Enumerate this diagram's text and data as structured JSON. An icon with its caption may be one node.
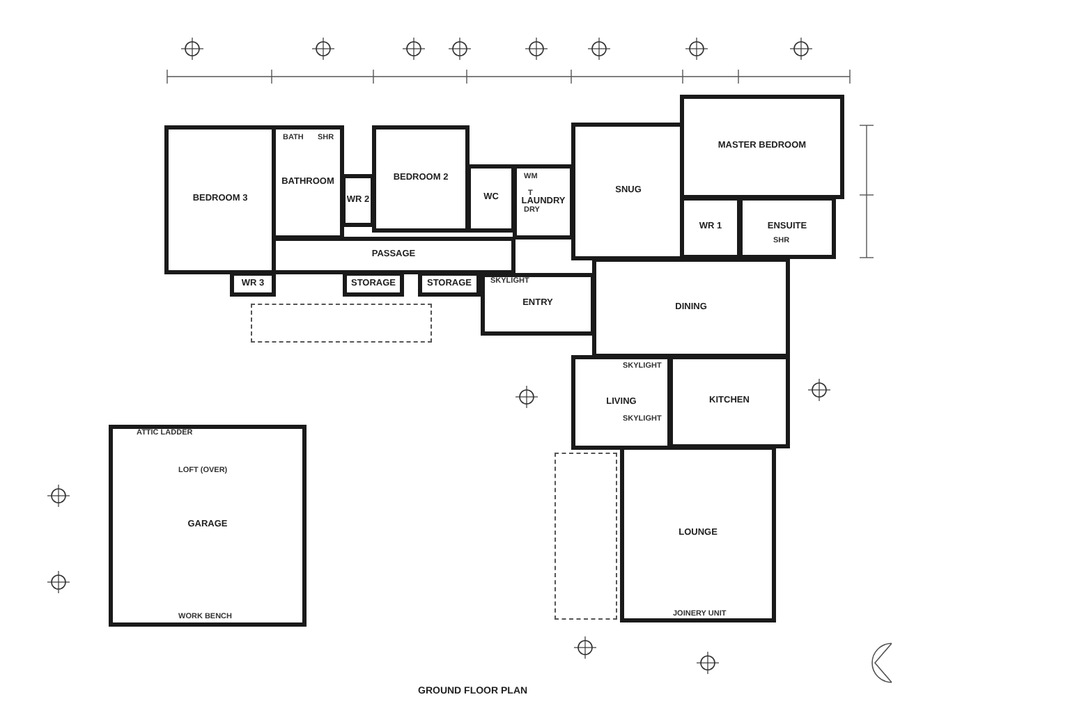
{
  "diagram": {
    "title": "GROUND FLOOR PLAN",
    "nodes": [
      {
        "text": [
          "BEDROOM 3"
        ]
      },
      {
        "text": [
          "BATHROOM"
        ]
      },
      {
        "text": [
          "WR 2"
        ]
      },
      {
        "text": [
          "BEDROOM 2"
        ]
      },
      {
        "text": [
          "WC"
        ]
      },
      {
        "text": [
          "LAUNDRY"
        ]
      },
      {
        "text": [
          "PASSAGE"
        ]
      },
      {
        "text": [
          "WR 3"
        ]
      },
      {
        "text": [
          "STORAGE"
        ]
      },
      {
        "text": [
          "STORAGE"
        ]
      },
      {
        "text": [
          "ENTRY"
        ]
      },
      {
        "text": [
          "SNUG"
        ]
      },
      {
        "text": [
          "MASTER BEDROOM"
        ]
      },
      {
        "text": [
          "WR 1"
        ]
      },
      {
        "text": [
          "ENSUITE"
        ]
      },
      {
        "text": [
          "DINING"
        ]
      },
      {
        "text": [
          "LIVING"
        ]
      },
      {
        "text": [
          "KITCHEN"
        ]
      },
      {
        "text": [
          "LOUNGE"
        ]
      },
      {
        "text": [
          "GARAGE"
        ]
      },
      {
        "text": [],
        "shape": "box"
      },
      {
        "text": [],
        "shape": "box"
      }
    ],
    "labels": [
      "BATH",
      "SHR",
      "WM",
      "T",
      "DRY",
      "SHR",
      "SKYLIGHT",
      "SKYLIGHT",
      "SKYLIGHT",
      "JOINERY UNIT",
      "ATTIC LADDER",
      "LOFT (OVER)",
      "WORK BENCH"
    ]
  }
}
